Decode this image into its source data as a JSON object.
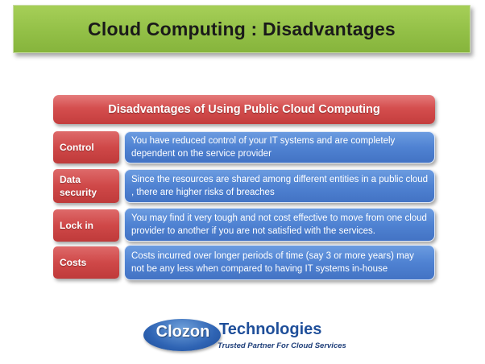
{
  "slide": {
    "title": "Cloud Computing : Disadvantages",
    "section_header": "Disadvantages of Using Public Cloud Computing"
  },
  "rows": [
    {
      "label": "Control",
      "description": "You have reduced control  of your IT systems and are completely dependent on the service provider"
    },
    {
      "label": "Data security",
      "description": "Since the resources are shared among different entities in a public cloud , there are higher risks of breaches"
    },
    {
      "label": "Lock in",
      "description": "You may find it very tough and not cost effective  to move from one cloud provider to another if you are not satisfied with the services."
    },
    {
      "label": "Costs",
      "description": "Costs incurred over longer periods of time (say 3 or more years) may not be any less when compared to having  IT systems in-house"
    }
  ],
  "logo": {
    "brand": "Clozon",
    "brand_suffix": "Technologies",
    "tagline": "Trusted Partner For Cloud Services"
  },
  "colors": {
    "title_bar": "#93c047",
    "label_red": "#cf4848",
    "desc_blue": "#4f82d2",
    "logo_blue": "#1f4f9a"
  }
}
